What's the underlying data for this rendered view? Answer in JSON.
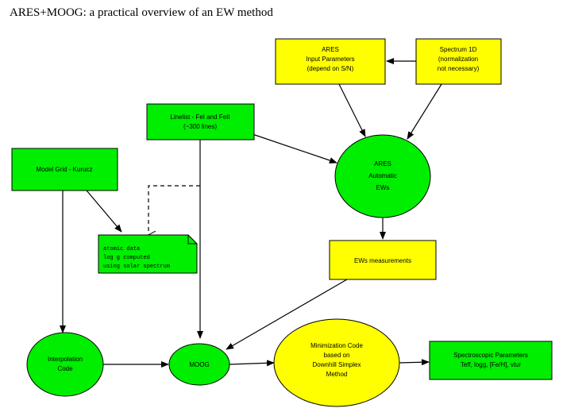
{
  "title": "ARES+MOOG: a practical overview of an EW method",
  "colors": {
    "green": "#00ee00",
    "yellow": "#ffff00",
    "stroke": "#000000"
  },
  "nodes": {
    "ares_params": [
      "ARES",
      "Input Parameters",
      "(depend on S/N)"
    ],
    "spectrum": [
      "Spectrum 1D",
      "(normalization",
      "not necessary)"
    ],
    "linelist": [
      "Linelist - FeI and FeII",
      "(~300 lines)"
    ],
    "model_grid": [
      "Model Grid - Kurucz"
    ],
    "ares_auto": [
      "ARES",
      "Automatic",
      "EWs"
    ],
    "ews": [
      "EWs measurements"
    ],
    "interp": [
      "Interpolation",
      "Code"
    ],
    "moog": [
      "MOOG"
    ],
    "minim": [
      "Minimization Code",
      "based on",
      "Downhill Simplex",
      "Method"
    ],
    "spec_params": [
      "Spectroscopic Parameters",
      "Teff, logg, [Fe/H], vtur"
    ]
  },
  "note": {
    "lines": [
      "atomic data",
      "log g  computed",
      "using solar spectrum"
    ]
  }
}
